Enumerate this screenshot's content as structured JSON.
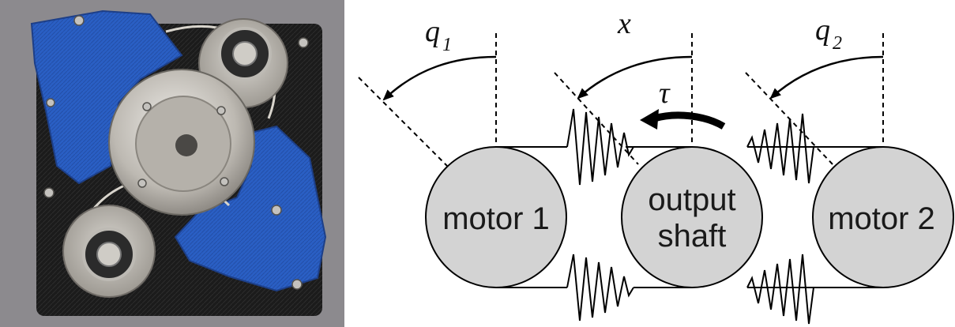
{
  "diagram": {
    "motor_left_label": "motor 1",
    "motor_right_label": "motor 2",
    "output_label_line1": "output",
    "output_label_line2": "shaft",
    "q1_symbol": "q",
    "q1_subscript": "1",
    "x_symbol": "x",
    "q2_symbol": "q",
    "q2_subscript": "2",
    "tau_symbol": "τ"
  },
  "colors": {
    "pulley_fill": "#d3d3d3",
    "stroke": "#000000",
    "printed_part_blue": "#2a5fc4",
    "base_plate": "#1c1c1c",
    "aluminum": "#c9c6c0"
  }
}
